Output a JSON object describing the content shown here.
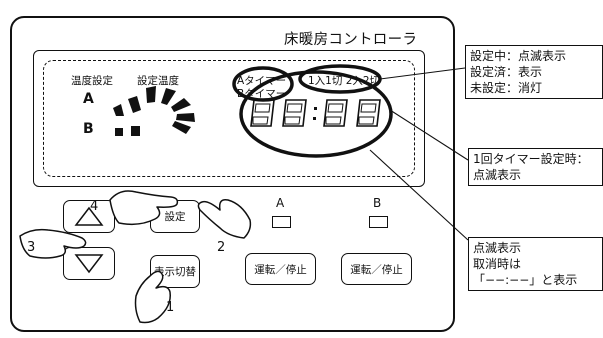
{
  "title": "床暖房コントローラ",
  "display": {
    "temp_setting_label": "温度設定",
    "set_temp_label": "設定温度",
    "zone_a": "A",
    "zone_b": "B",
    "timer_a": "Aタイマー",
    "timer_b": "Bタイマー",
    "timer_mode": "1入1切 2入2切"
  },
  "buttons": {
    "set": "設定",
    "display_switch": "表示切替",
    "run_stop_a": "運転／停止",
    "run_stop_b": "運転／停止"
  },
  "lamps": {
    "a": "A",
    "b": "B"
  },
  "steps": {
    "s1": "1",
    "s2": "2",
    "s3": "3",
    "s4": "4"
  },
  "callouts": {
    "c1": [
      "設定中：点滅表示",
      "設定済：表示",
      "未設定：消灯"
    ],
    "c2": [
      "1回タイマー設定時：",
      "点滅表示"
    ],
    "c3": [
      "点滅表示",
      "取消時は",
      "「−−:−−」と表示"
    ]
  },
  "icons": [
    "up-arrow-icon",
    "down-arrow-icon",
    "pointing-hand-icon",
    "temperature-bar-icon",
    "segment-digit-icon"
  ]
}
